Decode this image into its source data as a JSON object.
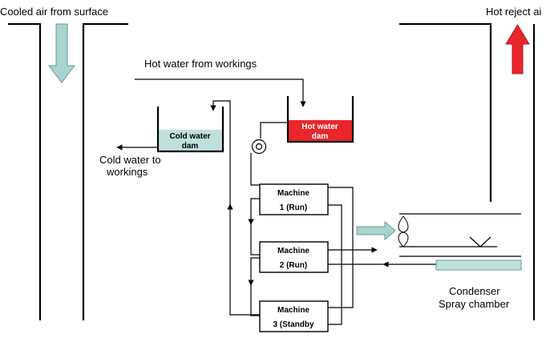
{
  "labels": {
    "cooled_air": "Cooled air from surface",
    "hot_reject_air": "Hot reject ai",
    "hot_water_from_workings": "Hot water from workings",
    "cold_water_to_line1": "Cold water to",
    "cold_water_to_line2": "workings",
    "condenser_line1": "Condenser",
    "condenser_line2": "Spray chamber"
  },
  "dams": {
    "cold_line1": "Cold water",
    "cold_line2": "dam",
    "hot_line1": "Hot water",
    "hot_line2": "dam"
  },
  "machines": [
    {
      "line1": "Machine",
      "line2": "1 (Run)"
    },
    {
      "line1": "Machine",
      "line2": "2 (Run)"
    },
    {
      "line1": "Machine",
      "line2": "3 (Standby"
    }
  ],
  "colors": {
    "cool_air_arrow": "#a9d4d0",
    "hot_air_arrow": "#e8262b",
    "cold_dam_fill": "#bfe1dc",
    "hot_dam_fill": "#e8262b",
    "condenser_fill": "#bfe1dc"
  }
}
